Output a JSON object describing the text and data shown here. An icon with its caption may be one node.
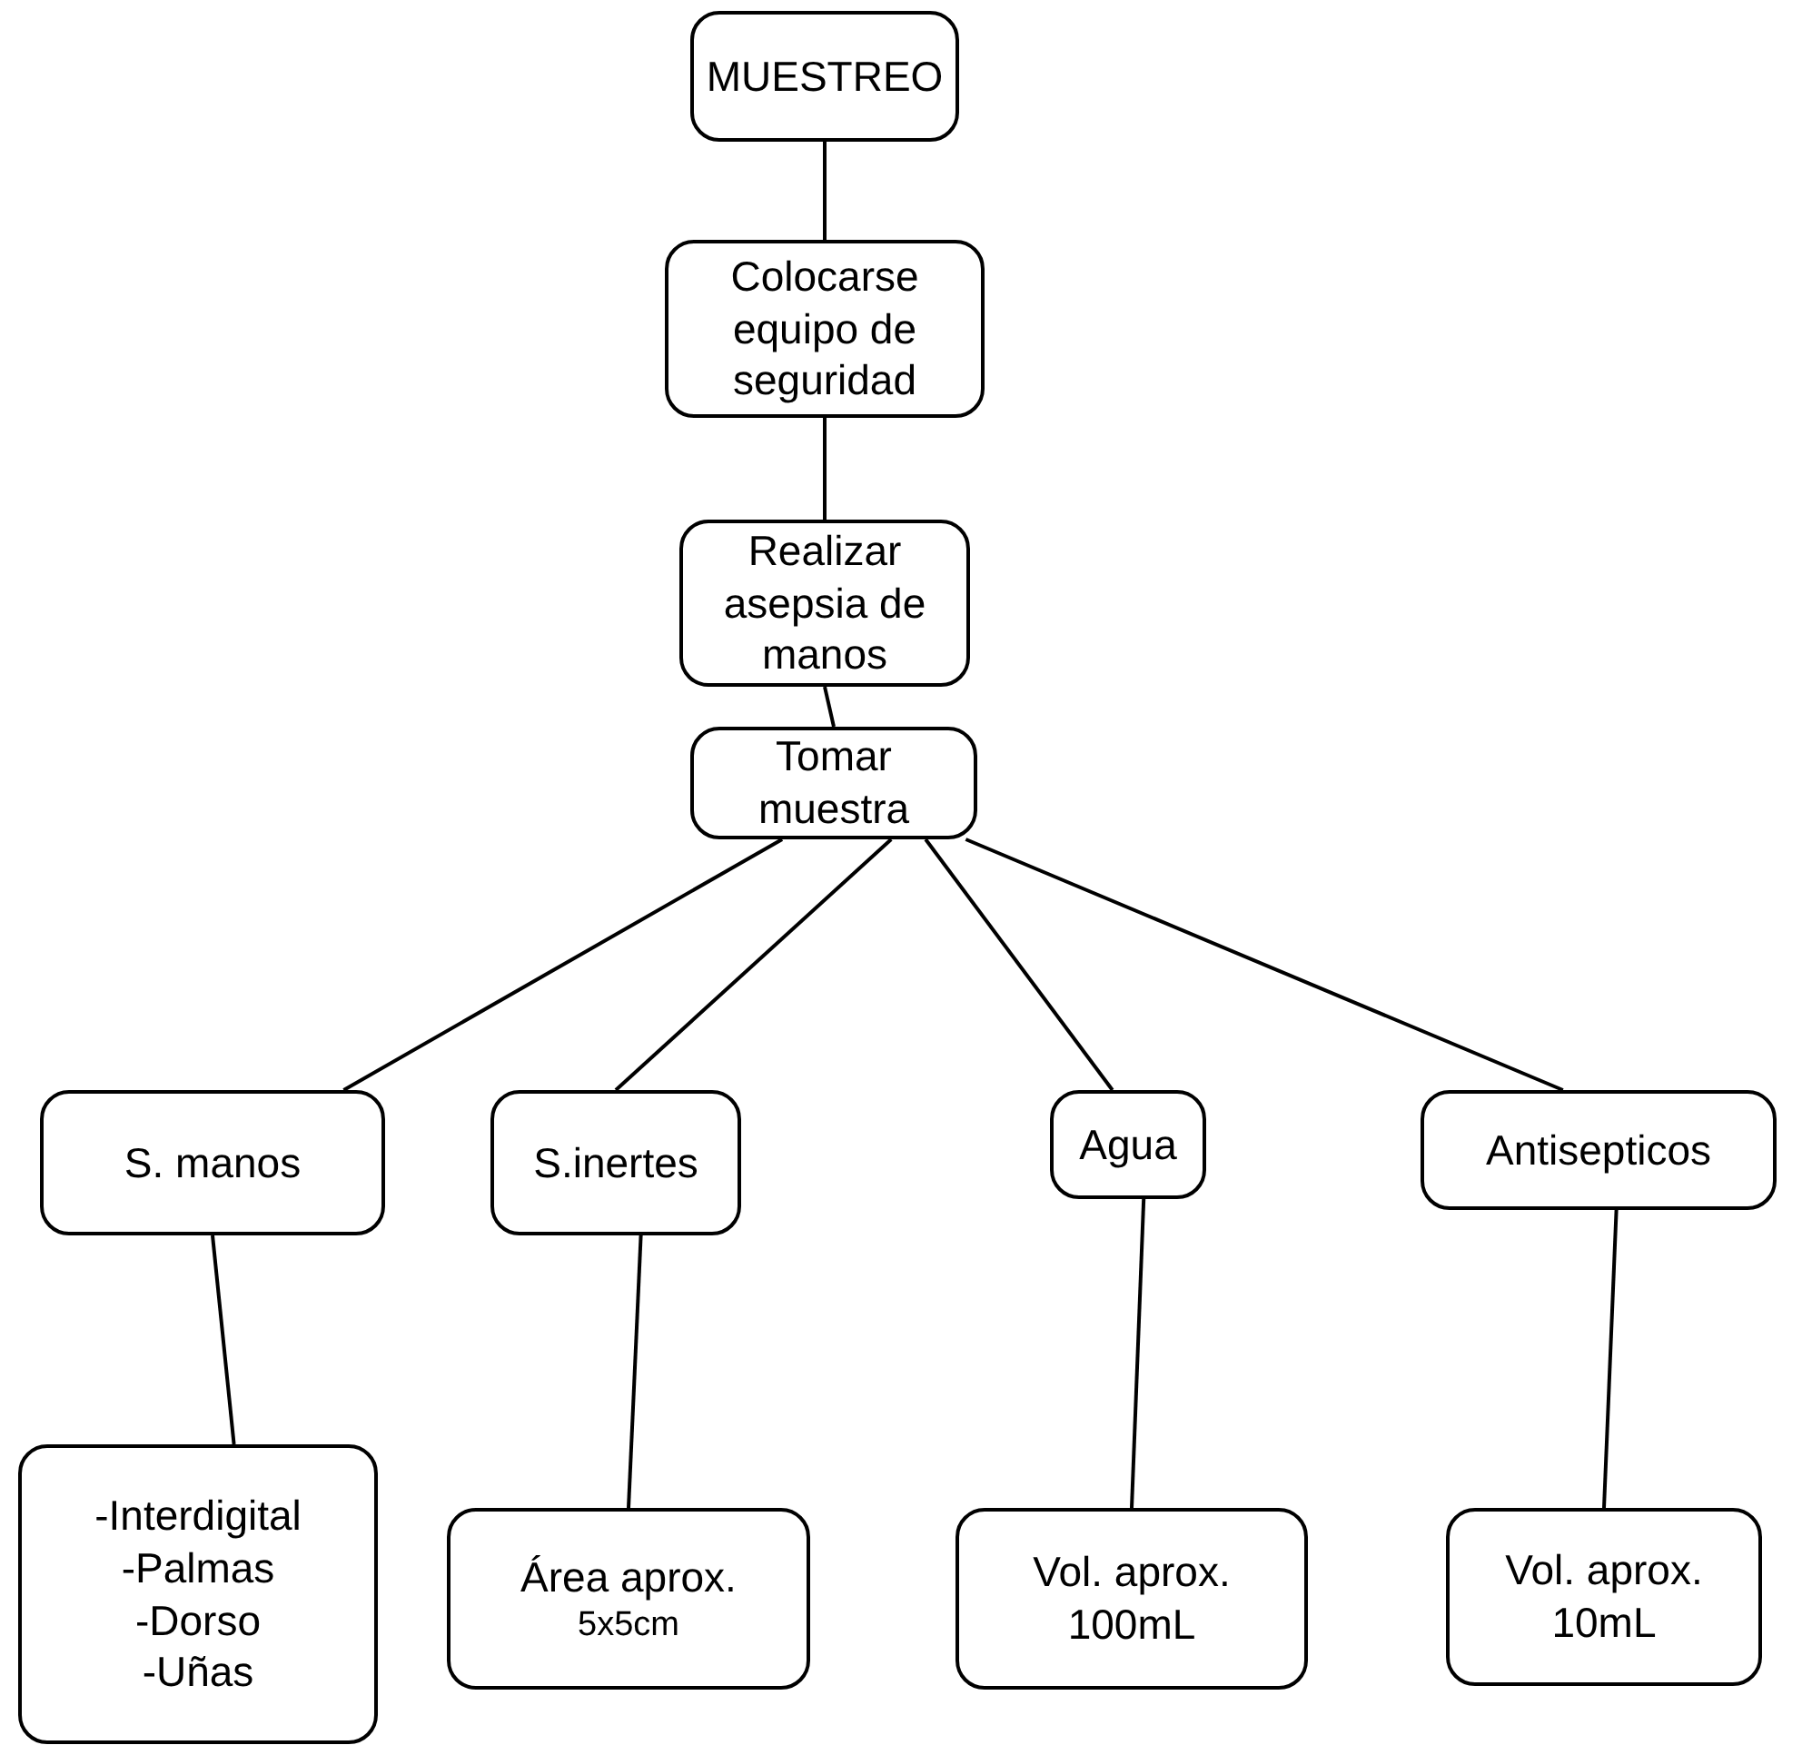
{
  "diagram": {
    "nodes": [
      {
        "text": [
          "MUESTREO"
        ]
      },
      {
        "text": [
          "Colocarse equipo de seguridad"
        ]
      },
      {
        "text": [
          "Realizar asepsia de manos"
        ]
      },
      {
        "text": [
          "Tomar muestra"
        ]
      },
      {
        "text": [
          "S. manos"
        ]
      },
      {
        "text": [
          "S.inertes"
        ]
      },
      {
        "text": [
          "Agua"
        ]
      },
      {
        "text": [
          "Antisepticos"
        ]
      },
      {
        "text": [
          "-Interdigital",
          "-Palmas",
          "-Dorso",
          "-Uñas"
        ]
      },
      {
        "text": [
          "Área aprox.",
          "5x5cm"
        ]
      },
      {
        "text": [
          "Vol. aprox. 100mL"
        ]
      },
      {
        "text": [
          "Vol. aprox. 10mL"
        ]
      }
    ],
    "edges": [
      {
        "from": 0,
        "to": 1,
        "arrow": "none"
      },
      {
        "from": 1,
        "to": 2,
        "arrow": "none"
      },
      {
        "from": 2,
        "to": 3,
        "arrow": "none"
      },
      {
        "from": 3,
        "to": 4,
        "arrow": "none"
      },
      {
        "from": 3,
        "to": 5,
        "arrow": "none"
      },
      {
        "from": 3,
        "to": 6,
        "arrow": "none"
      },
      {
        "from": 3,
        "to": 7,
        "arrow": "none"
      },
      {
        "from": 4,
        "to": 8,
        "arrow": "none"
      },
      {
        "from": 5,
        "to": 9,
        "arrow": "none"
      },
      {
        "from": 6,
        "to": 10,
        "arrow": "none"
      },
      {
        "from": 7,
        "to": 11,
        "arrow": "none"
      }
    ]
  }
}
